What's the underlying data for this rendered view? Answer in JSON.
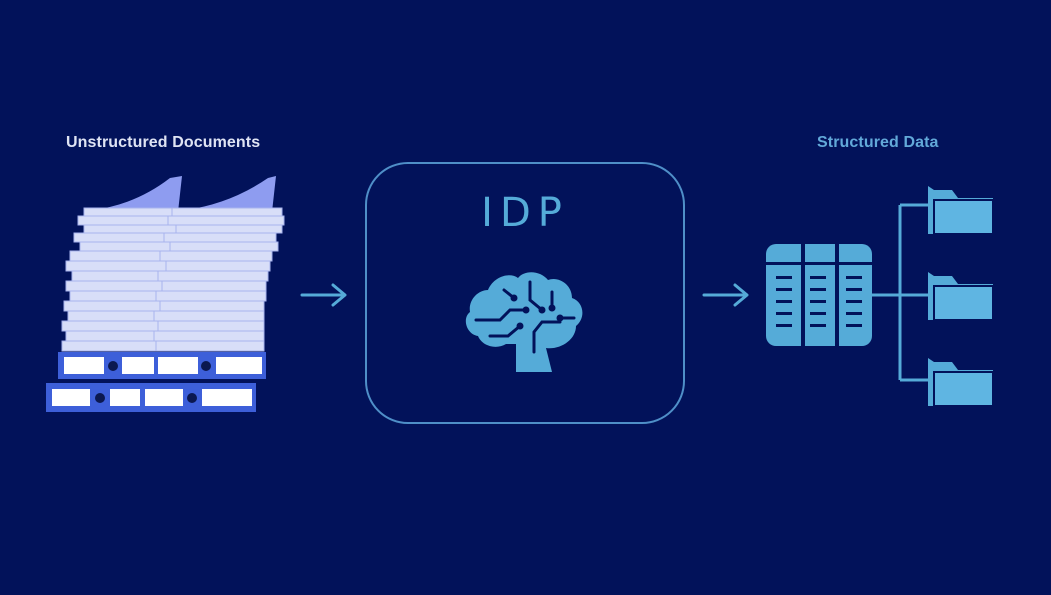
{
  "labels": {
    "left": "Unstructured Documents",
    "right": "Structured Data"
  },
  "center": {
    "title": "IDP"
  },
  "colors": {
    "background": "#02125a",
    "accent": "#55abd8",
    "accent_light": "#62a9d9",
    "paper": "#d5dcf7",
    "binder": "#3d5fd9",
    "text_light": "#dfe4f4"
  },
  "icons": {
    "documents": "paper-stack-icon",
    "arrow": "arrow-right-icon",
    "brain": "brain-circuit-icon",
    "database": "database-table-icon",
    "folder": "folder-icon"
  }
}
